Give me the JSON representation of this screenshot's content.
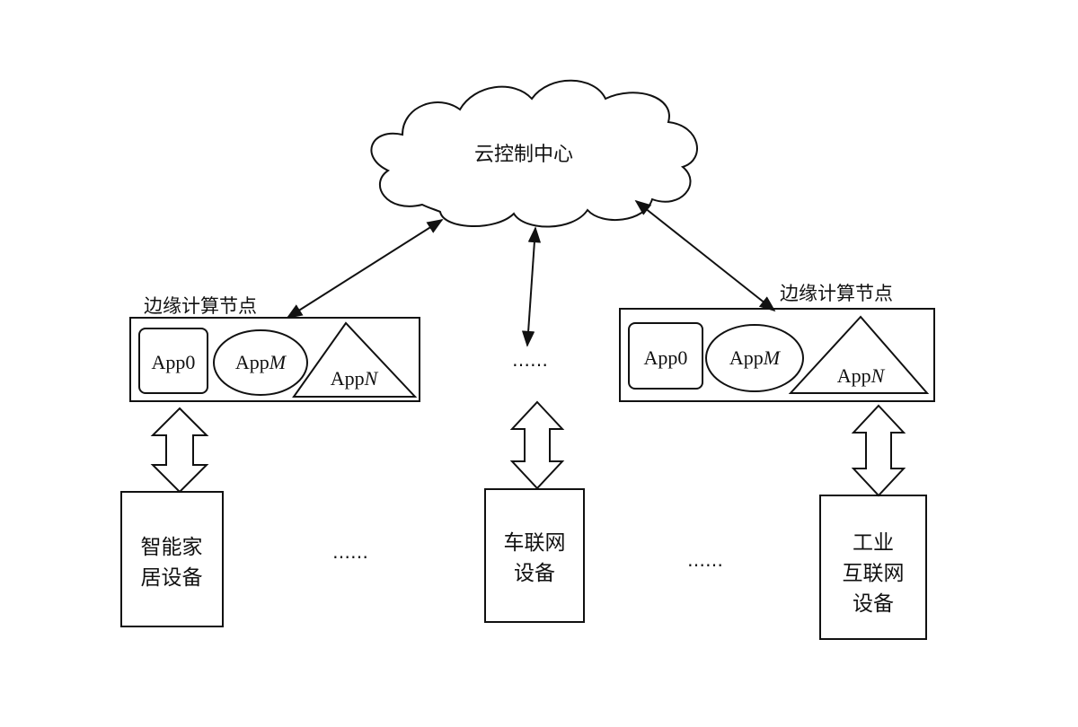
{
  "cloud": {
    "label": "云控制中心"
  },
  "edge_left": {
    "title": "边缘计算节点",
    "app0": "App0",
    "appm_prefix": "App",
    "appm_suffix": "M",
    "appn_prefix": "App",
    "appn_suffix": "N"
  },
  "edge_right": {
    "title": "边缘计算节点",
    "app0": "App0",
    "appm_prefix": "App",
    "appm_suffix": "M",
    "appn_prefix": "App",
    "appn_suffix": "N"
  },
  "middle_ellipsis": "……",
  "devices": {
    "smart_home": {
      "line1": "智能家",
      "line2": "居设备"
    },
    "vehicle": {
      "line1": "车联网",
      "line2": "设备"
    },
    "industrial": {
      "line1": "工业",
      "line2": "互联网",
      "line3": "设备"
    }
  },
  "ellipsis_left": "……",
  "ellipsis_right": "……"
}
